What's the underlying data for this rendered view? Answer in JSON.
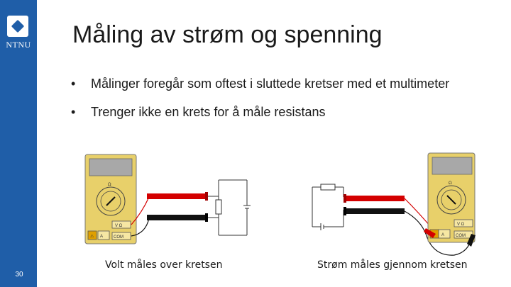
{
  "logo": {
    "text": "NTNU"
  },
  "page_number": "30",
  "title": "Måling av strøm og spenning",
  "bullets": [
    "Målinger foregår som oftest i sluttede kretser med et multimeter",
    "Trenger ikke en krets for å måle resistans"
  ],
  "bullet_symbol": "•",
  "captions": {
    "left": "Volt måles over kretsen",
    "right": "Strøm måles gjennom kretsen"
  },
  "multimeter": {
    "dial_mark": "Ω",
    "jack_voltage": "V Ω",
    "jack_current": "A",
    "jack_common": "COM"
  },
  "colors": {
    "sidebar": "#1f5ea8",
    "meter_body": "#e8d06a",
    "meter_display": "#a8a8a8",
    "red_lead": "#d40000",
    "black_lead": "#111111"
  }
}
